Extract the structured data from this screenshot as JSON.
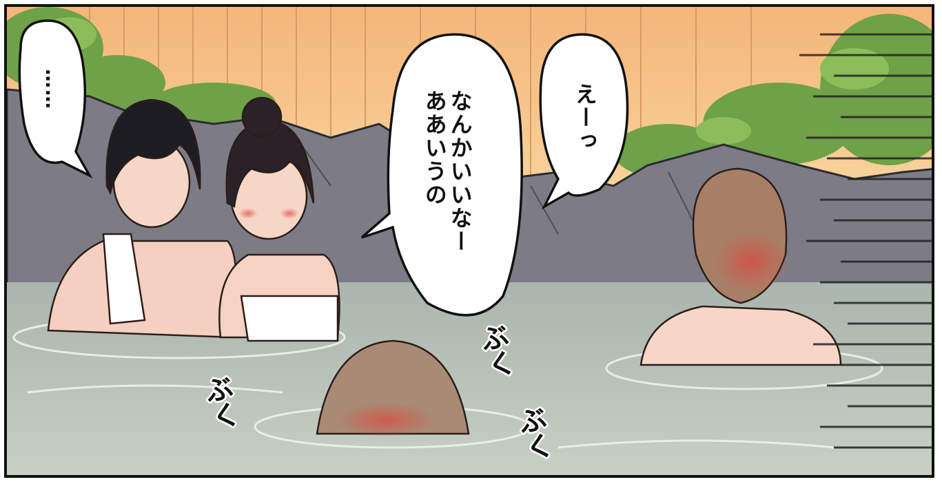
{
  "bubbles": {
    "ellipsis": "……",
    "nanka": "なんかいいなー\nああいうの",
    "ee": "えーっ"
  },
  "sfx": {
    "bugu_1": "ぶく",
    "bugu_2": "ぶく",
    "bugu_3": "ぶく"
  },
  "colors": {
    "sky": "#f6c98e",
    "fence": "#f0b779",
    "rock": "#7d7c86",
    "water": "#b9c3b8",
    "skin": "#f6d2c2",
    "hair_dark": "#1d1c22",
    "hair_brown": "#a77f66"
  }
}
